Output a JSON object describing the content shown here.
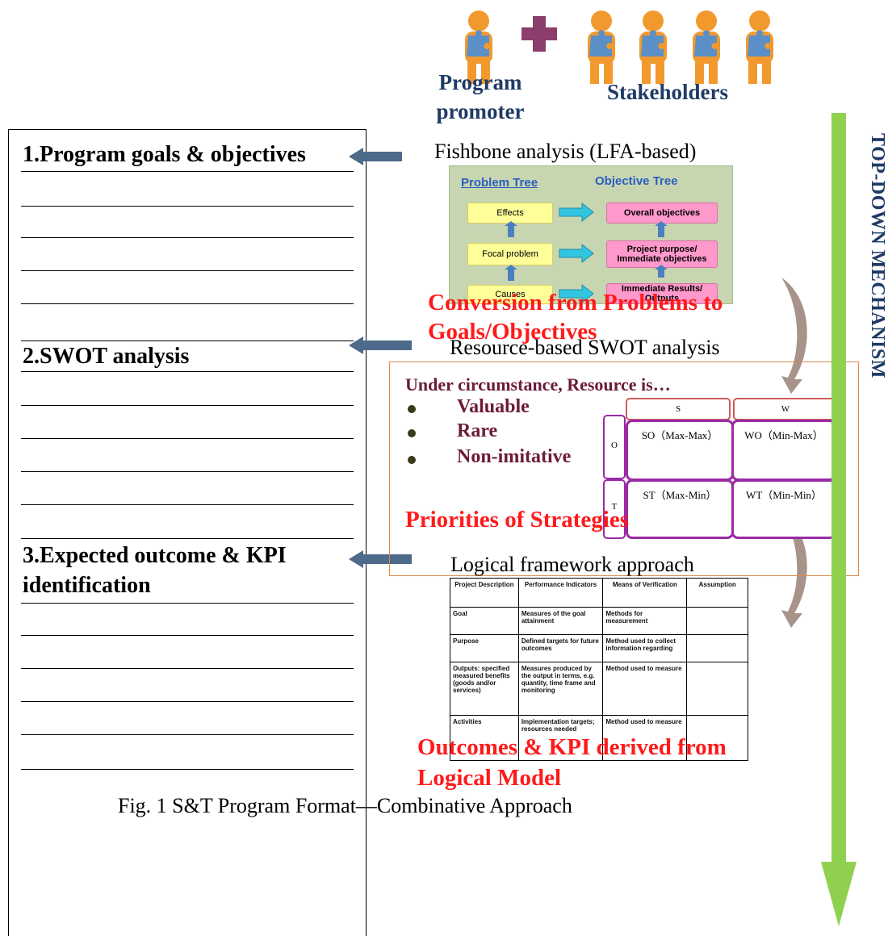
{
  "header": {
    "promoter_label": "Program promoter",
    "stakeholders_label": "Stakeholders"
  },
  "form": {
    "sections": [
      {
        "title": "1.Program goals & objectives"
      },
      {
        "title": "2.SWOT analysis"
      },
      {
        "title_line1": "3.Expected outcome & KPI",
        "title_line2": "identification"
      }
    ]
  },
  "fishbone": {
    "caption": "Fishbone analysis (LFA-based)",
    "problem_tree_label": "Problem Tree",
    "objective_tree_label": "Objective Tree",
    "problem_boxes": [
      "Effects",
      "Focal problem",
      "Causes"
    ],
    "objective_boxes": [
      "Overall objectives",
      "Project purpose/ Immediate objectives",
      "Immediate Results/ Outputs"
    ],
    "conversion_text_line1": "Conversion from Problems to",
    "conversion_text_line2": "Goals/Objectives"
  },
  "swot": {
    "caption": "Resource-based SWOT analysis",
    "heading": "Under circumstance, Resource is…",
    "items": [
      "Valuable",
      "Rare",
      "Non-imitative"
    ],
    "matrix": {
      "col_headers": [
        "S",
        "W"
      ],
      "row_headers": [
        "O",
        "T"
      ],
      "cells": [
        "SO（Max-Max）",
        "WO（Min-Max）",
        "ST（Max-Min）",
        "WT（Min-Min）"
      ]
    },
    "priorities_text": "Priorities of Strategies"
  },
  "logframe": {
    "caption": "Logical framework approach",
    "headers": [
      "Project Description",
      "Performance Indicators",
      "Means of Verification",
      "Assumption"
    ],
    "rows": [
      [
        "Goal",
        "Measures of the goal attainment",
        "Methods for measurement",
        ""
      ],
      [
        "Purpose",
        "Defined targets for future outcomes",
        "Method used to collect information regarding",
        ""
      ],
      [
        "Outputs: specified measured benefits (goods and/or services)",
        "Measures produced by the output in terms, e.g. quantity, time frame and monitoring",
        "Method used to measure",
        ""
      ],
      [
        "Activities",
        "Implementation targets; resources needed",
        "Method used to measure",
        ""
      ]
    ],
    "outcomes_text_line1": "Outcomes & KPI derived from",
    "outcomes_text_line2": "Logical Model"
  },
  "figure_caption": "Fig. 1 S&T Program Format—Combinative Approach",
  "mechanism_label": "TOP-DOWN MECHANISM",
  "colors": {
    "people": "#f2992e",
    "puzzle": "#5b8fc7",
    "plus": "#8b3d6b",
    "arrow": "#4d6a8a",
    "green": "#8fd14f",
    "red": "#ff1a1a"
  }
}
